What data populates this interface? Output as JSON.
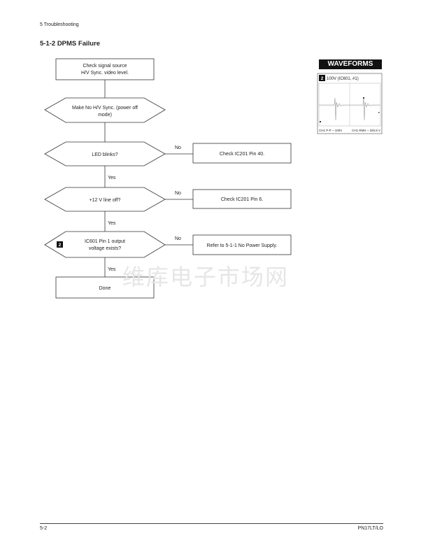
{
  "header": {
    "section": "5 Troubleshooting",
    "title": "5-1-2 DPMS Failure"
  },
  "flowchart": {
    "start_box": [
      "Check signal source",
      "H/V Sync. video level."
    ],
    "step1": [
      "Make No H/V Sync. (power off",
      "mode)"
    ],
    "decision1": {
      "text": "LED blinks?",
      "no_label": "No",
      "no_action": "Check IC201 Pin 40.",
      "yes_label": "Yes"
    },
    "decision2": {
      "text": "+12 V line off?",
      "no_label": "No",
      "no_action": "Check IC201 Pin 6.",
      "yes_label": "Yes"
    },
    "decision3": {
      "badge": "2",
      "text": [
        "IC601 Pin 1 output",
        "voltage exists?"
      ],
      "no_label": "No",
      "no_action": "Refer to 5-1-1 No Power Supply.",
      "yes_label": "Yes"
    },
    "end_box": "Done"
  },
  "watermark": "维库电子市场网",
  "waveforms": {
    "title": "WAVEFORMS",
    "badge": "2",
    "label": "100V (IC601, #1)",
    "footer_left": "CH1 P-P ~ 100V",
    "footer_right": "CH1 RMS ~ 325.8 V"
  },
  "footer": {
    "page": "5-2",
    "model": "PN17LT/LO"
  }
}
